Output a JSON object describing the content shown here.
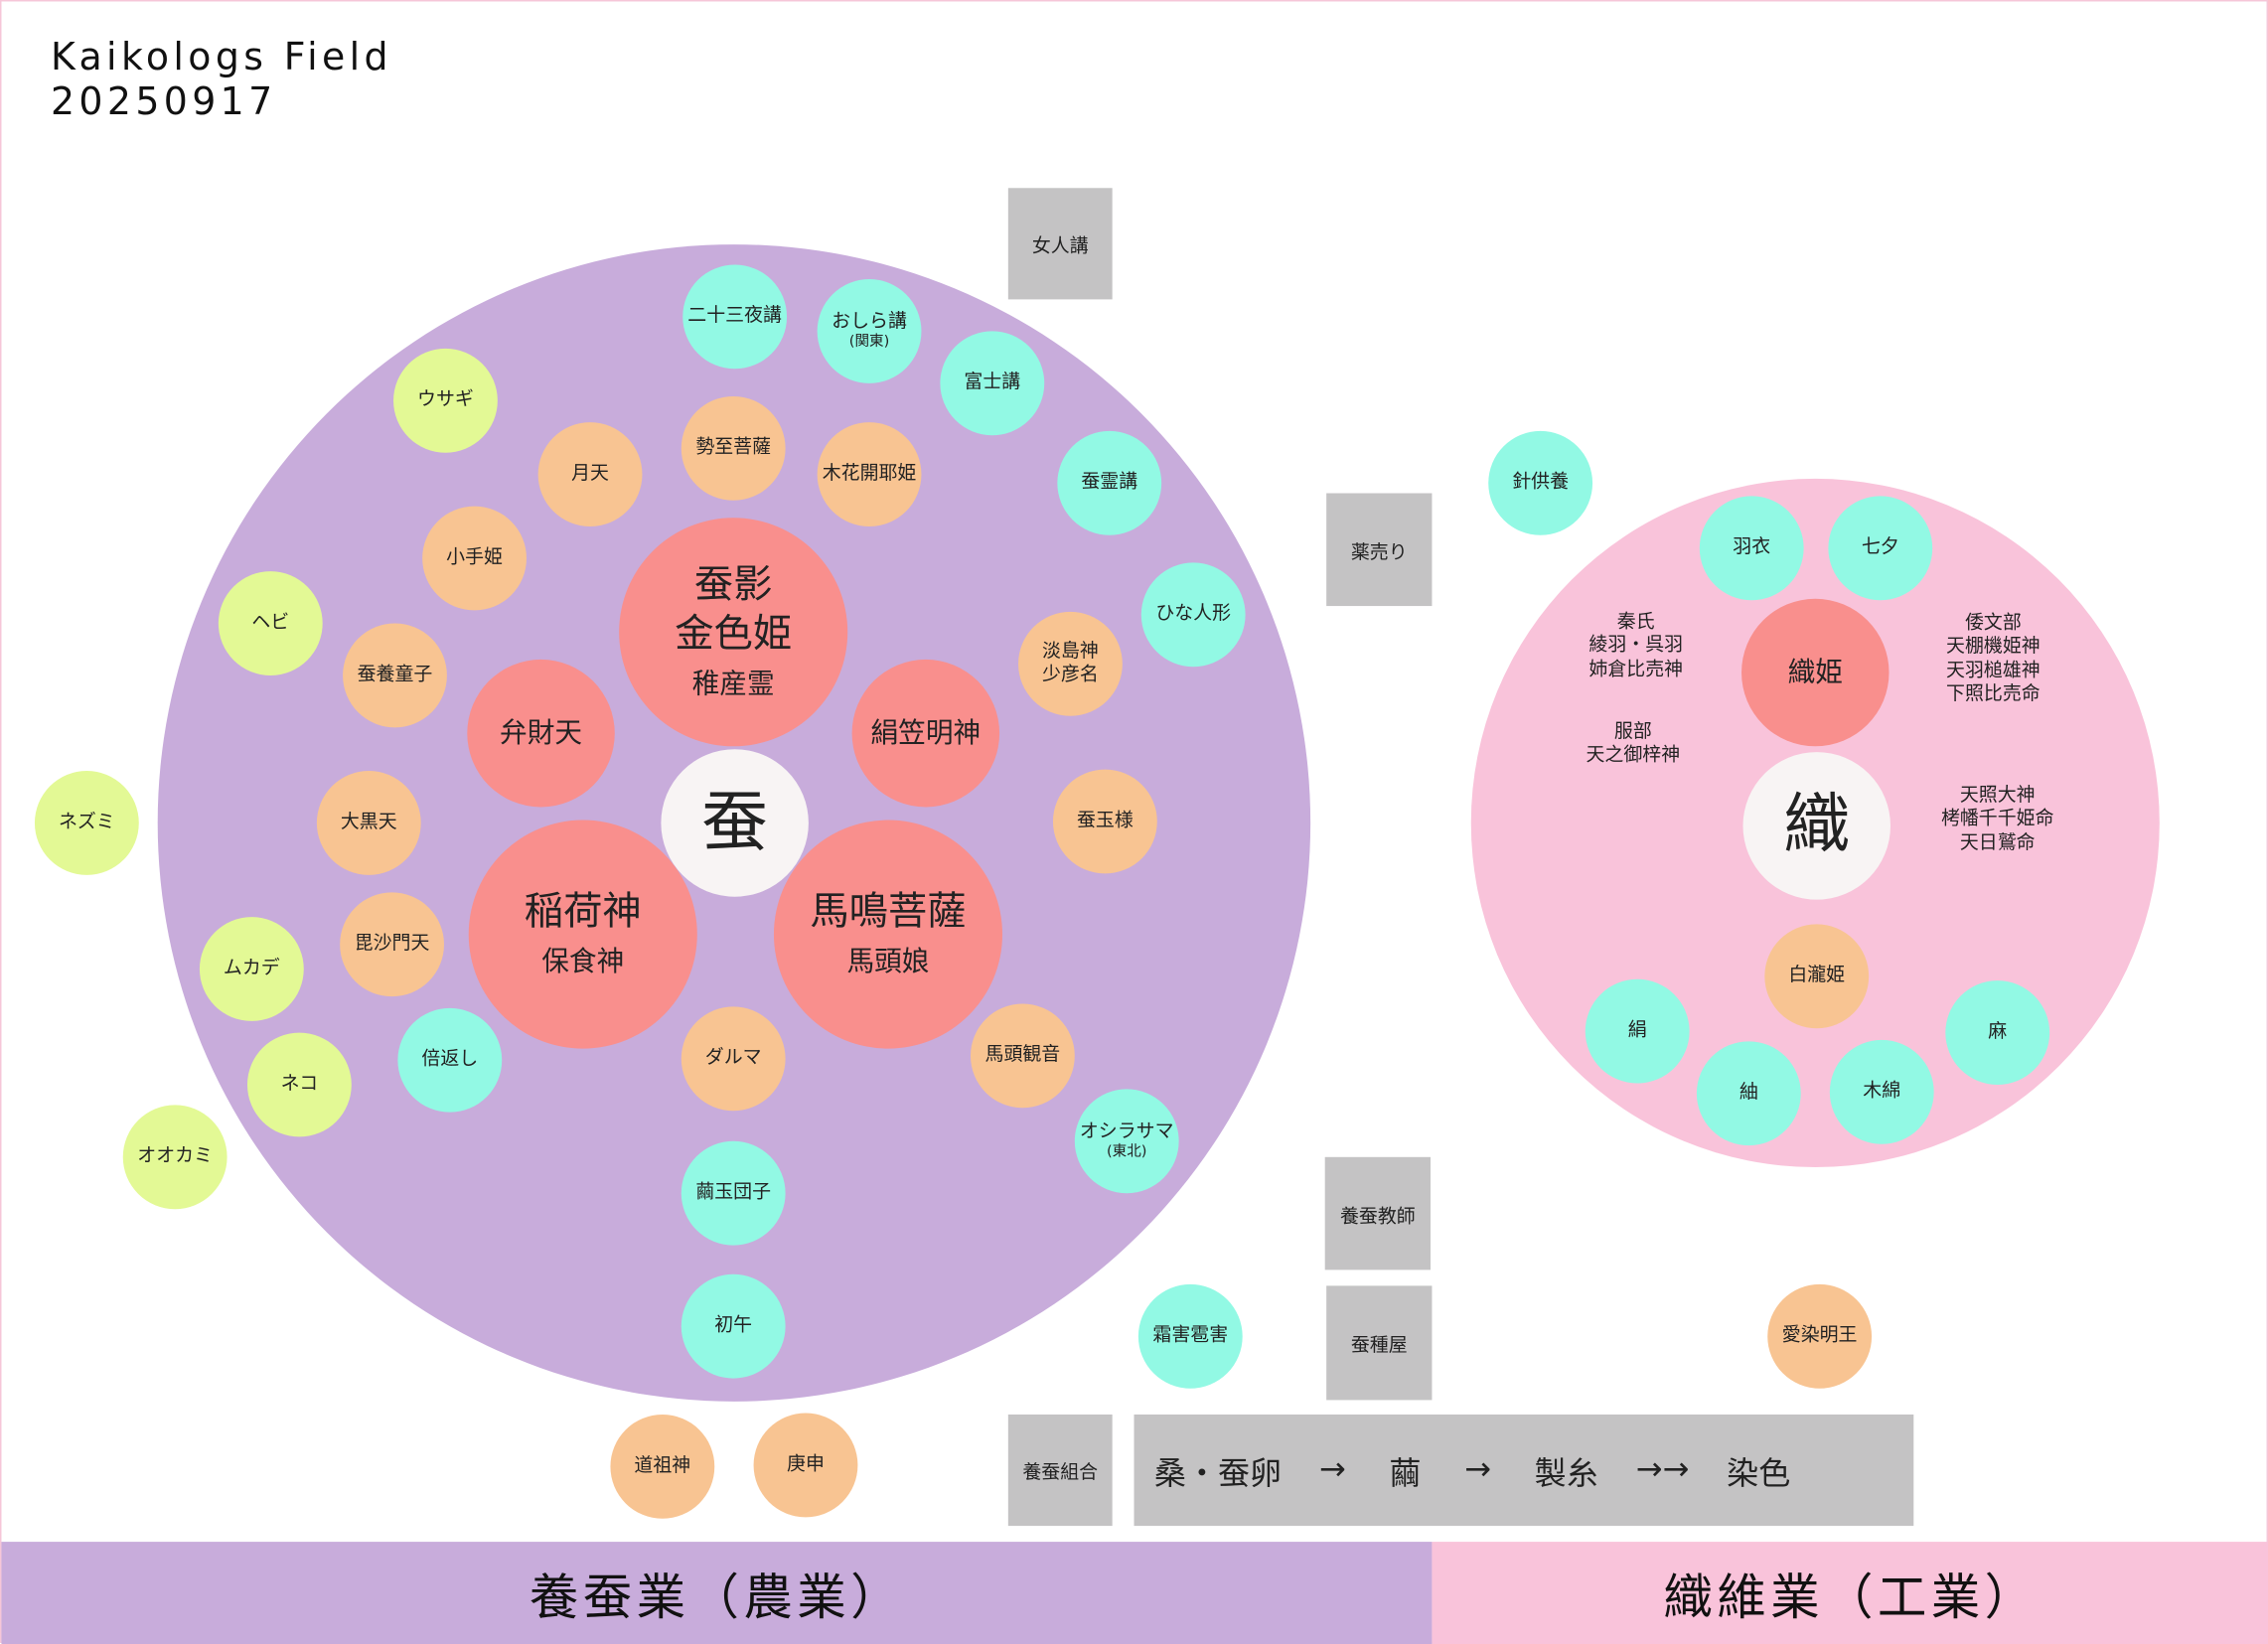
{
  "title": {
    "line1": "Kaikologs Field",
    "line2": "20250917"
  },
  "sericulture": {
    "footer": "養蚕業（農業）",
    "center": "蚕",
    "main_deities": [
      {
        "l1": "蚕影\n金色姫",
        "l2": "稚産霊"
      },
      {
        "l1": "稲荷神",
        "l2": "保食神"
      },
      {
        "l1": "馬鳴菩薩",
        "l2": "馬頭娘"
      },
      {
        "l1": "弁財天"
      },
      {
        "l1": "絹笠明神"
      }
    ],
    "faiths": [
      "二十三夜講",
      "おしら講",
      "(関東)",
      "富士講",
      "蚕霊講",
      "ひな人形",
      "オシラサマ",
      "(東北)",
      "繭玉団子",
      "初午",
      "倍返し",
      "霜害雹害"
    ],
    "deities": [
      "勢至菩薩",
      "木花開耶姫",
      "月天",
      "小手姫",
      "蚕養童子",
      "淡島神\n少彦名",
      "蚕玉様",
      "大黒天",
      "毘沙門天",
      "ダルマ",
      "馬頭観音",
      "道祖神",
      "庚申"
    ],
    "animals": [
      "ウサギ",
      "ヘビ",
      "ネズミ",
      "ムカデ",
      "ネコ",
      "オオカミ"
    ]
  },
  "textile": {
    "footer": "織維業（工業）",
    "center": "織",
    "main_deity": "織姫",
    "items": [
      "針供養",
      "羽衣",
      "七夕",
      "絹",
      "紬",
      "木綿",
      "麻"
    ],
    "deities": [
      "白瀧姫",
      "愛染明王"
    ],
    "groups": [
      "秦氏\n綾羽・呉羽\n姉倉比売神",
      "服部\n天之御梓神",
      "倭文部\n天棚機姫神\n天羽槌雄神\n下照比売命",
      "天照大神\n栲幡千千姫命\n天日鷲命"
    ]
  },
  "boxes": {
    "nyonin": "女人講",
    "kusuri": "薬売り",
    "kyoshi": "養蚕教師",
    "shuya": "蚕種屋",
    "kumiai": "養蚕組合"
  },
  "process": [
    "桑・蚕卵",
    "→",
    "繭",
    "→",
    "製糸",
    "→→",
    "染色"
  ],
  "colors": {
    "purple": "#c8acdb",
    "pink": "#f9c3da",
    "salmon": "#f98f8d",
    "orange": "#f8c492",
    "mint": "#92f9e4",
    "yellow": "#e3f995",
    "gray": "#c4c3c4"
  }
}
